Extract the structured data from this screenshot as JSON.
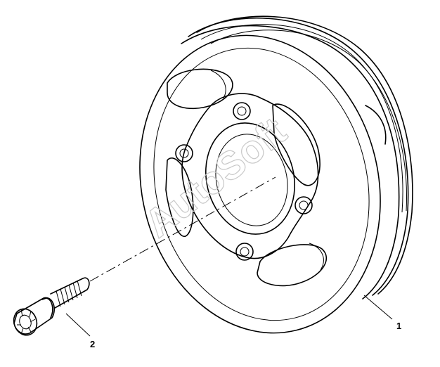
{
  "diagram": {
    "callouts": [
      {
        "id": "1",
        "label": "1",
        "part": "pulley"
      },
      {
        "id": "2",
        "label": "2",
        "part": "bolt"
      }
    ],
    "watermark": "AutoSoft"
  }
}
